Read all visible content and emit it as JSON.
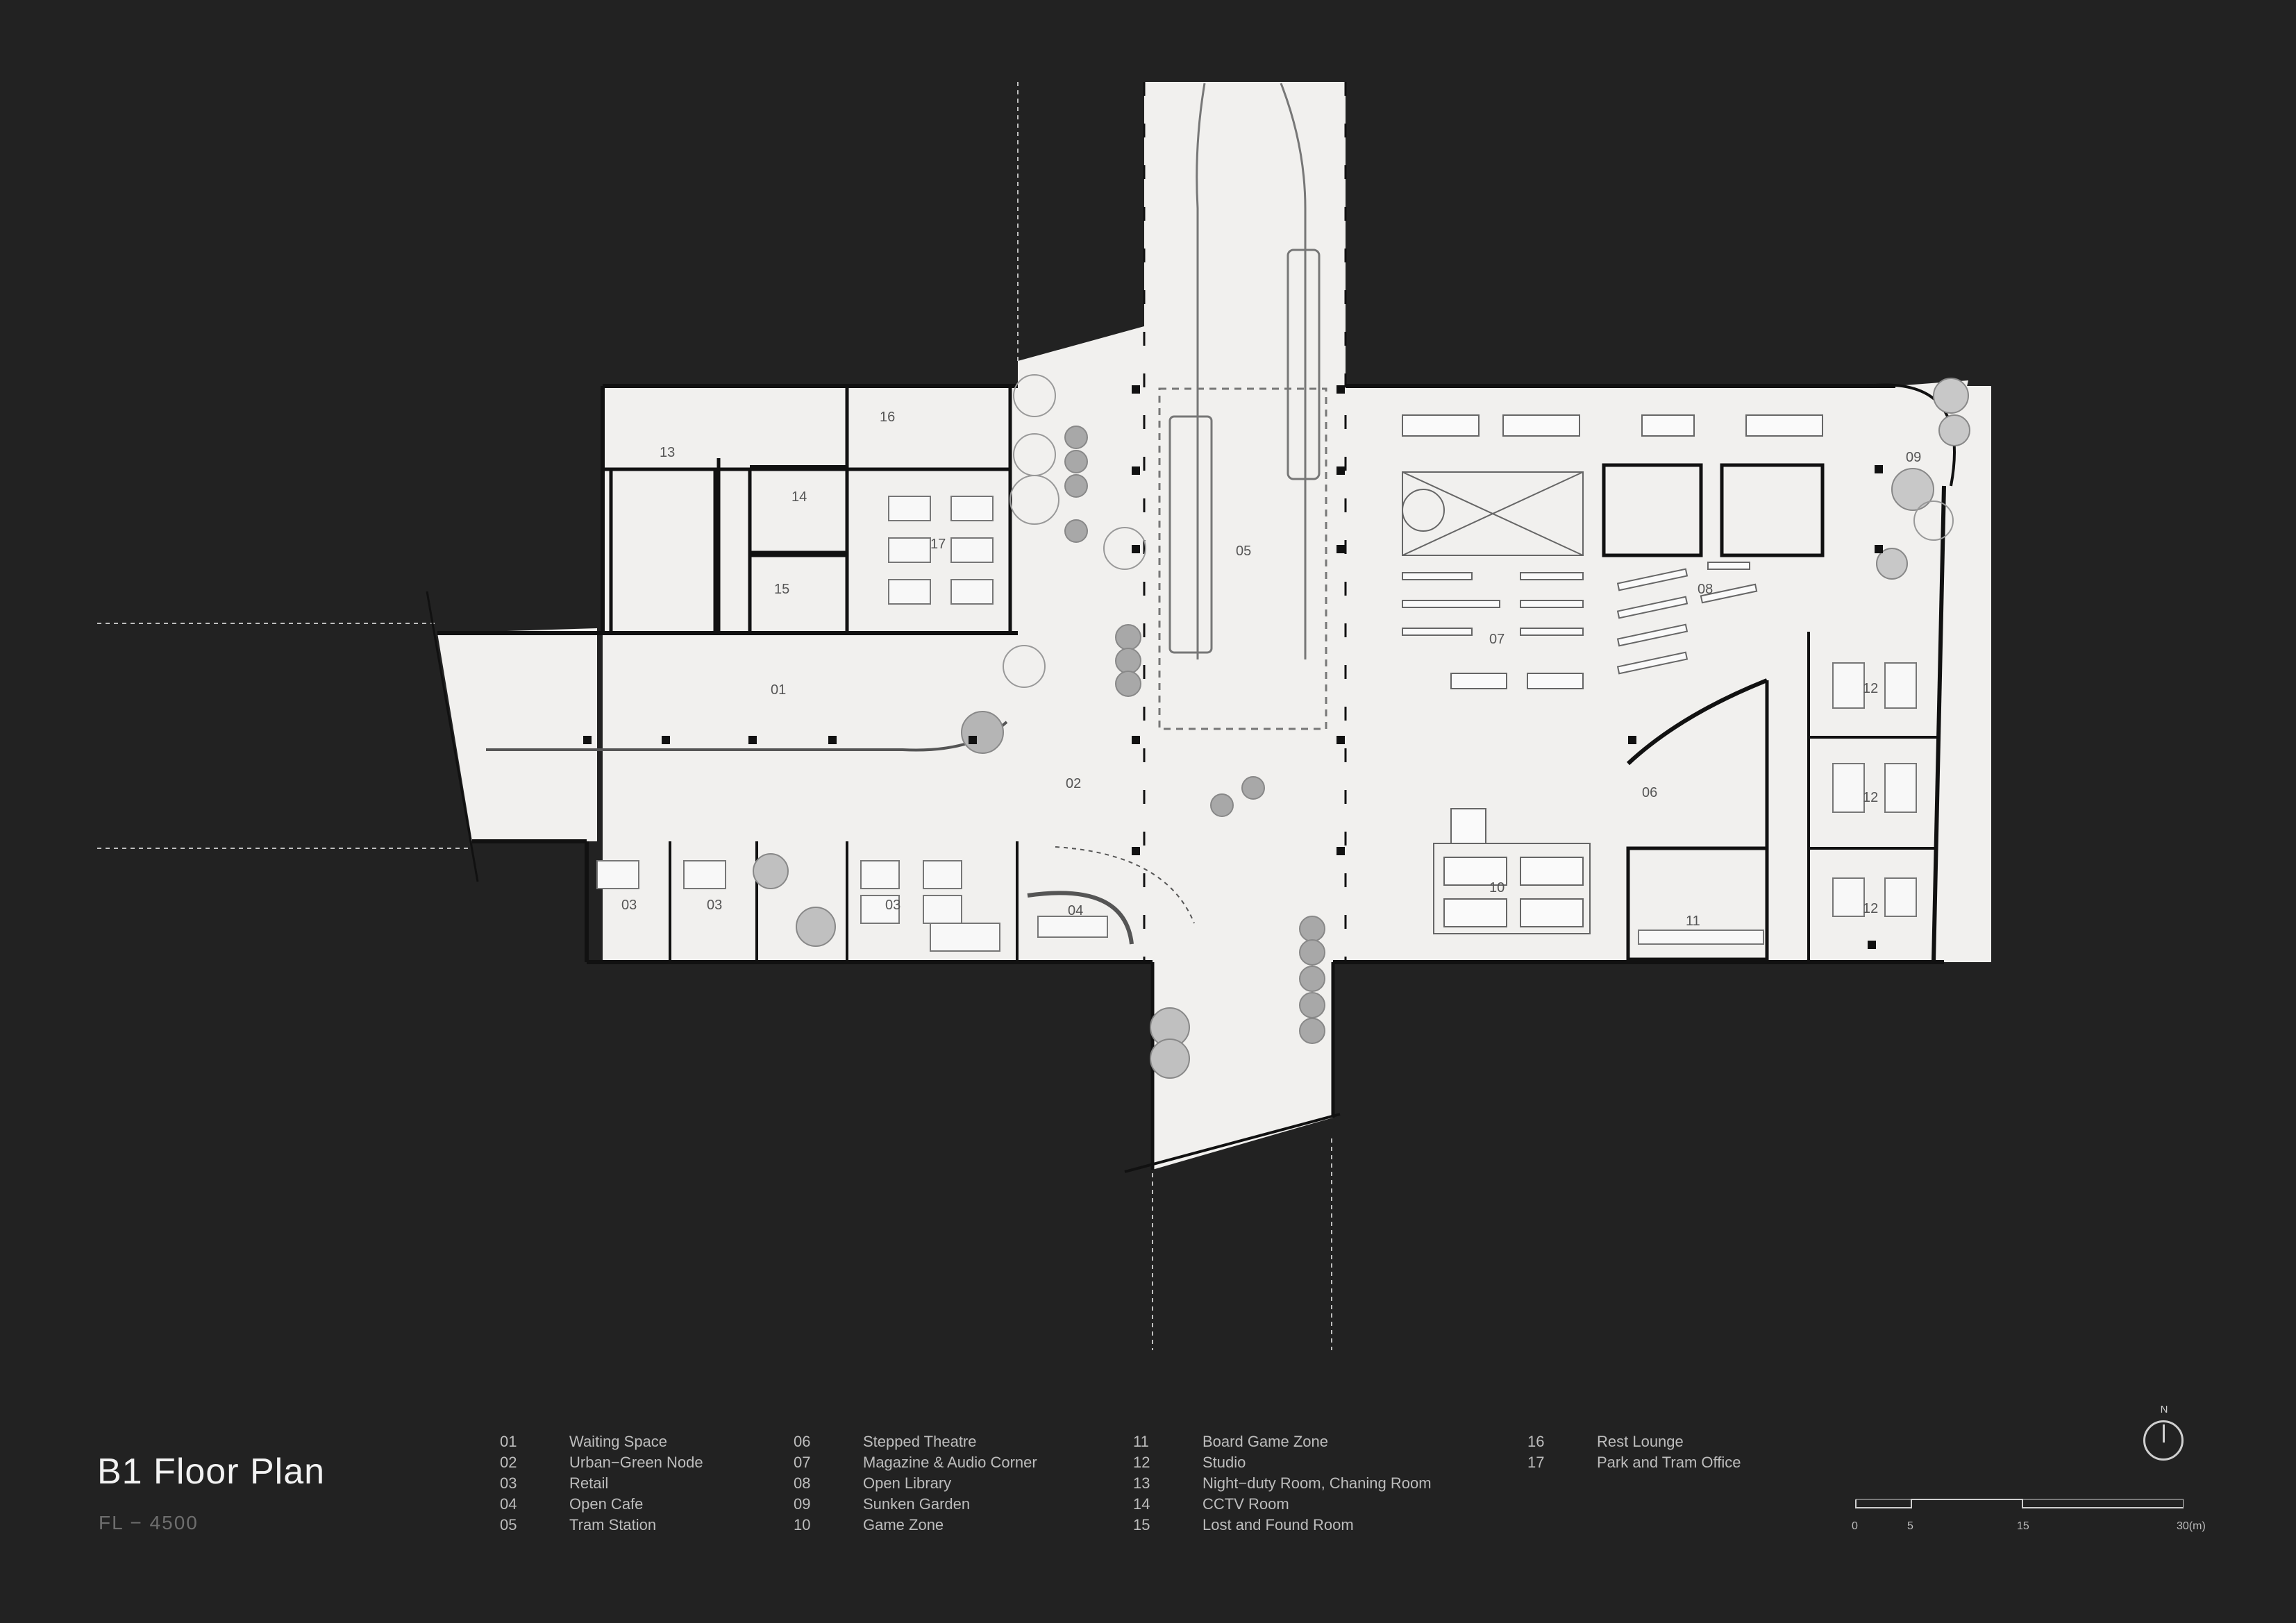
{
  "title": "B1 Floor Plan",
  "subtitle": "FL − 4500",
  "room_labels": [
    "01",
    "02",
    "03",
    "03",
    "03",
    "04",
    "05",
    "06",
    "07",
    "08",
    "09",
    "10",
    "11",
    "12",
    "12",
    "12",
    "13",
    "14",
    "15",
    "16",
    "17"
  ],
  "legend": [
    [
      {
        "num": "01",
        "name": "Waiting Space"
      },
      {
        "num": "02",
        "name": "Urban−Green Node"
      },
      {
        "num": "03",
        "name": "Retail"
      },
      {
        "num": "04",
        "name": "Open Cafe"
      },
      {
        "num": "05",
        "name": "Tram Station"
      }
    ],
    [
      {
        "num": "06",
        "name": "Stepped Theatre"
      },
      {
        "num": "07",
        "name": "Magazine & Audio Corner"
      },
      {
        "num": "08",
        "name": "Open Library"
      },
      {
        "num": "09",
        "name": "Sunken Garden"
      },
      {
        "num": "10",
        "name": "Game Zone"
      }
    ],
    [
      {
        "num": "11",
        "name": "Board Game Zone"
      },
      {
        "num": "12",
        "name": "Studio"
      },
      {
        "num": "13",
        "name": "Night−duty Room, Chaning Room"
      },
      {
        "num": "14",
        "name": "CCTV Room"
      },
      {
        "num": "15",
        "name": "Lost and Found Room"
      }
    ],
    [
      {
        "num": "16",
        "name": "Rest Lounge"
      },
      {
        "num": "17",
        "name": "Park and Tram Office"
      }
    ]
  ],
  "north": "N",
  "scale": {
    "ticks": [
      "0",
      "5",
      "15",
      "30(m)"
    ]
  },
  "colors": {
    "background": "#222222",
    "plan": "#f1f0ee",
    "walls": "#111111",
    "trees": "#a8a8a8",
    "text": "#bdbdbd"
  }
}
